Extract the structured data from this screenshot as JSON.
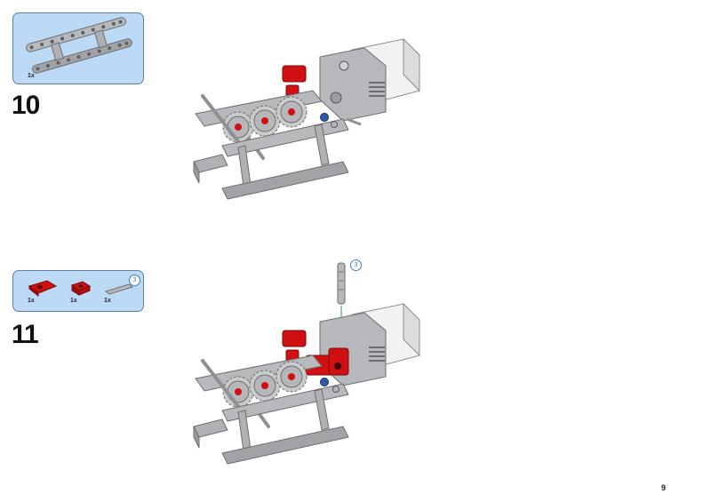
{
  "steps": [
    {
      "number": "10",
      "parts": [
        {
          "qty": "1x",
          "name": "lift-arm-frame"
        }
      ]
    },
    {
      "number": "11",
      "parts": [
        {
          "qty": "1x",
          "name": "red-connector-large"
        },
        {
          "qty": "1x",
          "name": "red-connector-small"
        },
        {
          "qty": "1x",
          "name": "gray-axle",
          "length": "3"
        }
      ],
      "assembly_axle_length": "3"
    }
  ],
  "page_number": "9",
  "colors": {
    "callout_bg": "#bcd9f5",
    "callout_border": "#5b7fa6",
    "brick_gray": "#a9aaad",
    "brick_red": "#d01012",
    "motor_white": "#f2f2f2",
    "insert_arrow": "#2e9e4a",
    "badge_blue": "#3a7fc1"
  }
}
